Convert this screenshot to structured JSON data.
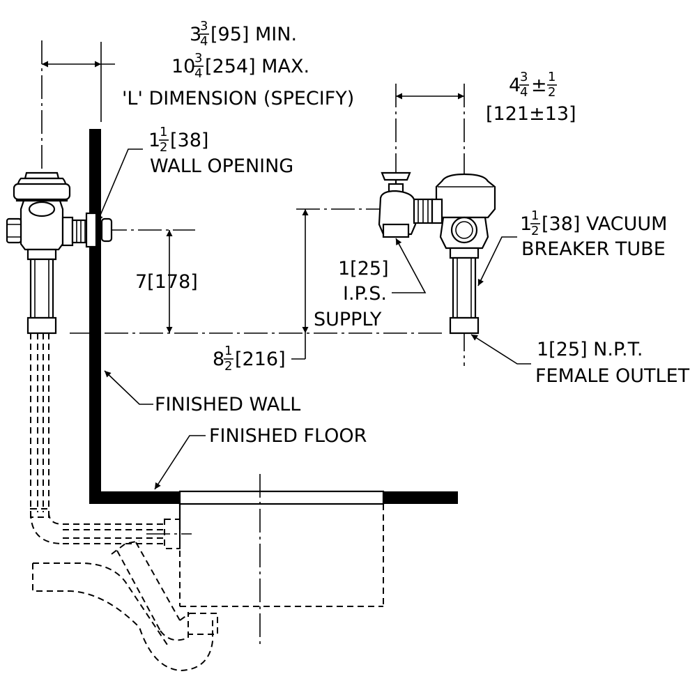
{
  "labels": {
    "l_min_whole": "3",
    "l_min_num": "3",
    "l_min_den": "4",
    "l_min_rest": "[95] MIN.",
    "l_max_whole": "10",
    "l_max_num": "3",
    "l_max_den": "4",
    "l_max_rest": "[254] MAX.",
    "l_dimension": "'L' DIMENSION (SPECIFY)",
    "offset_whole": "4",
    "offset_num": "3",
    "offset_den": "4",
    "offset_pm": "±",
    "offset_tol_num": "1",
    "offset_tol_den": "2",
    "offset_metric": "[121±13]",
    "wall_open_whole": "1",
    "wall_open_num": "1",
    "wall_open_den": "2",
    "wall_open_rest": "[38]",
    "wall_open_text": "WALL OPENING",
    "vb_whole": "1",
    "vb_num": "1",
    "vb_den": "2",
    "vb_rest": "[38] VACUUM",
    "vb_text": "BREAKER TUBE",
    "dim_7": "7[178]",
    "supply_size": "1[25]",
    "supply_ips": "I.P.S.",
    "supply_text": "SUPPLY",
    "dim_85_whole": "8",
    "dim_85_num": "1",
    "dim_85_den": "2",
    "dim_85_rest": "[216]",
    "outlet_size": "1[25] N.P.T.",
    "outlet_text": "FEMALE OUTLET",
    "finished_wall": "FINISHED WALL",
    "finished_floor": "FINISHED FLOOR"
  }
}
